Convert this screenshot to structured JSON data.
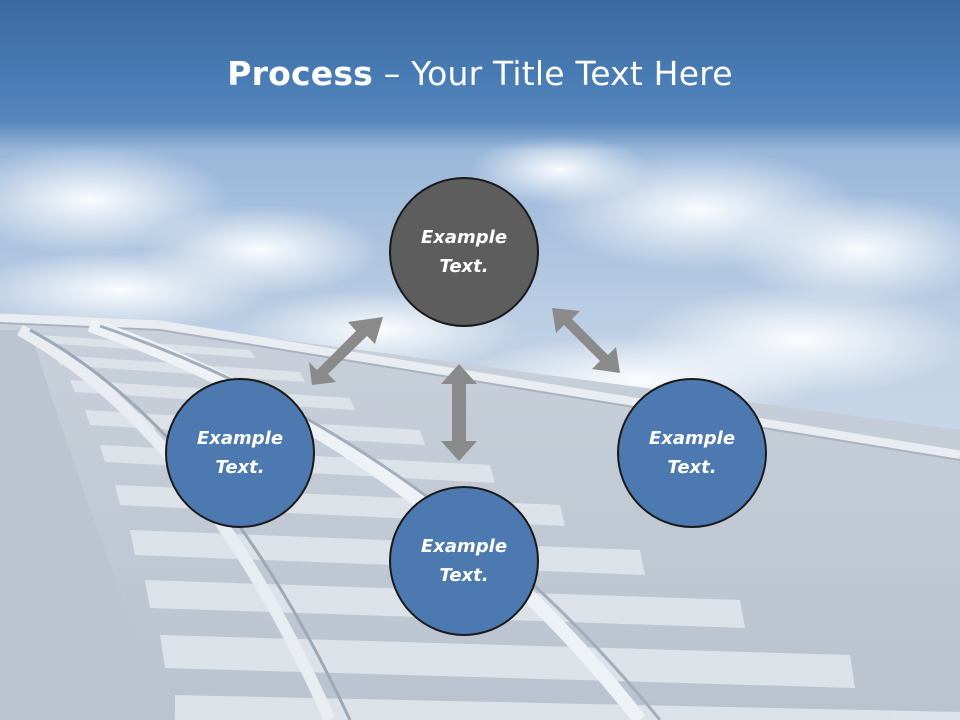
{
  "slide": {
    "title_bold": "Process",
    "title_rest": " – Your Title Text Here"
  },
  "diagram": {
    "nodes": [
      {
        "id": "top",
        "line1": "Example",
        "line2": "Text.",
        "color": "#5d5d5d"
      },
      {
        "id": "left",
        "line1": "Example",
        "line2": "Text.",
        "color": "#4c79af"
      },
      {
        "id": "right",
        "line1": "Example",
        "line2": "Text.",
        "color": "#4c79af"
      },
      {
        "id": "bottom",
        "line1": "Example",
        "line2": "Text.",
        "color": "#4c79af"
      }
    ],
    "arrow_color": "#8a8a8a"
  }
}
